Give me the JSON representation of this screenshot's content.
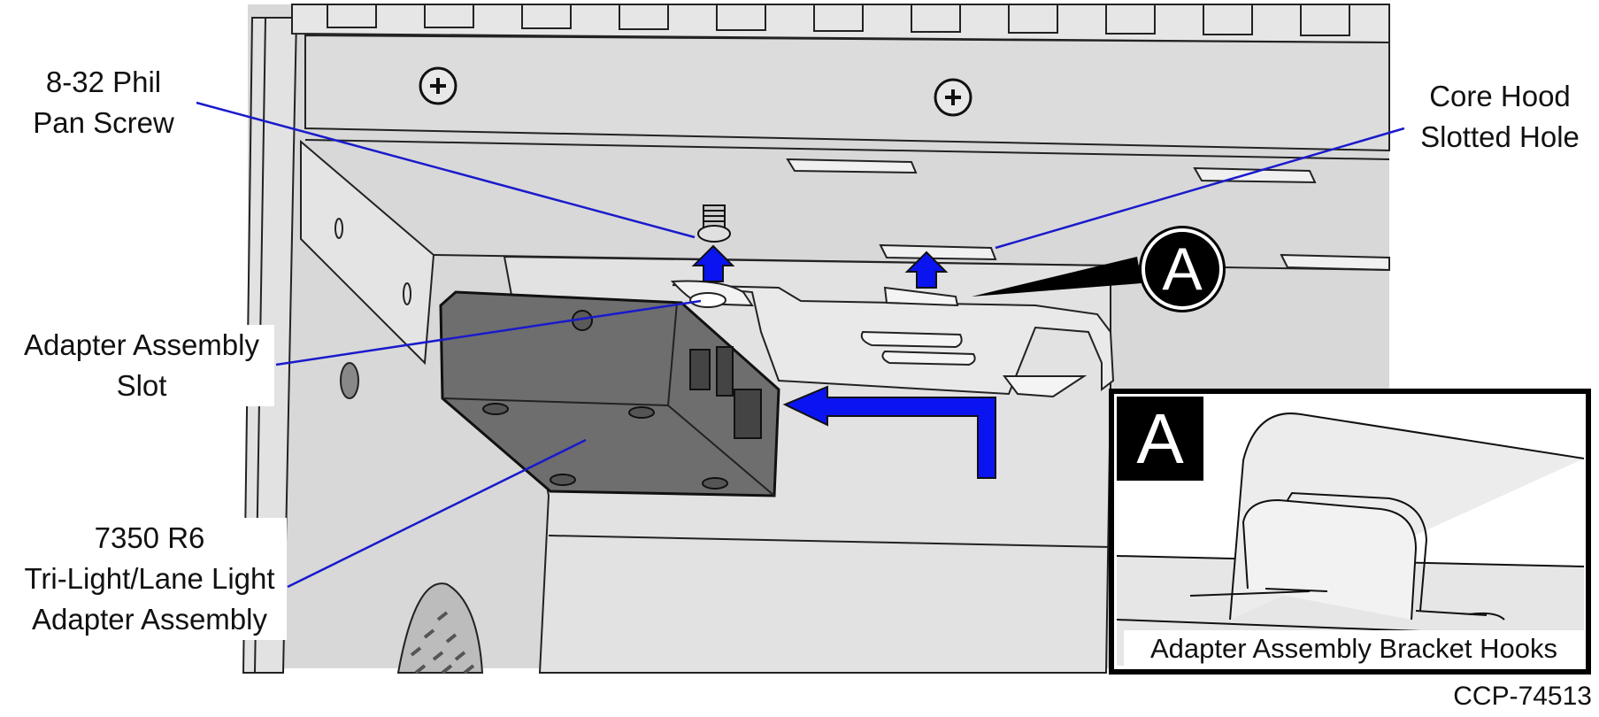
{
  "callouts": {
    "screw": {
      "line1": "8-32 Phil",
      "line2": "Pan Screw"
    },
    "hole": {
      "line1": "Core Hood",
      "line2": "Slotted Hole"
    },
    "slot": {
      "line1": "Adapter Assembly",
      "line2": "Slot"
    },
    "assembly": {
      "line1": "7350 R6",
      "line2": "Tri-Light/Lane Light",
      "line3": "Adapter Assembly"
    }
  },
  "detail_marker": {
    "letter": "A"
  },
  "inset": {
    "letter": "A",
    "caption": "Adapter Assembly Bracket Hooks"
  },
  "figure_id": "CCP-74513",
  "colors": {
    "leader_line": "#1a1acc",
    "arrow": "#0a14f0",
    "panel": "#d6d6d6",
    "adapter_box": "#6e6e6e",
    "inset_border": "#000000"
  }
}
